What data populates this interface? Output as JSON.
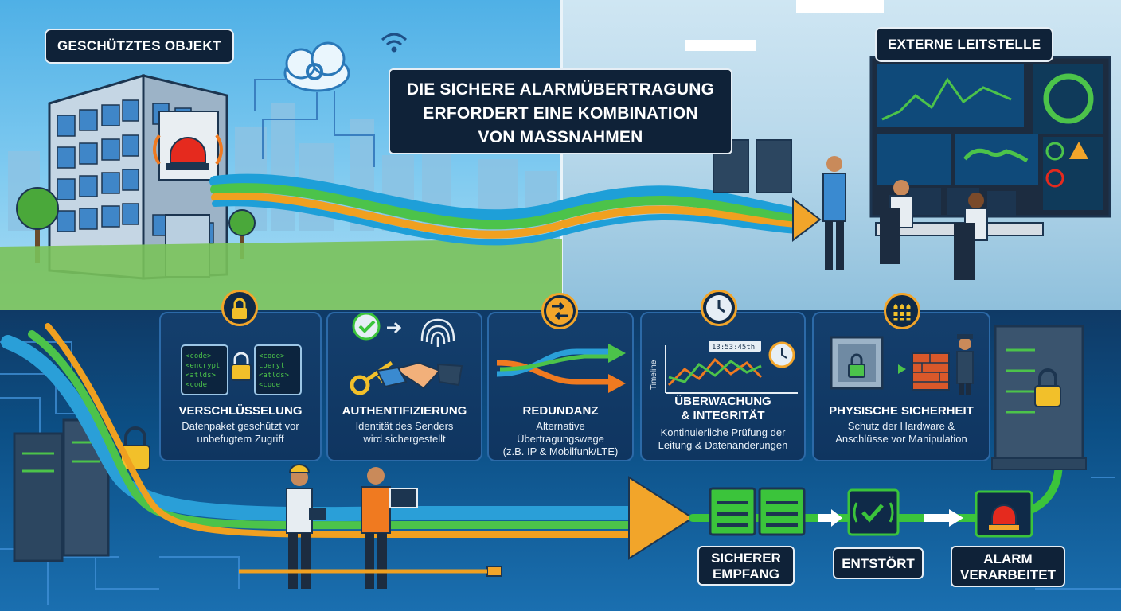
{
  "labels": {
    "protected_object": "GESCHÜTZTES OBJEKT",
    "external_center": "EXTERNE LEITSTELLE"
  },
  "headline": {
    "line1": "DIE SICHERE ALARMÜBERTRAGUNG",
    "line2": "ERFORDERT EINE KOMBINATION",
    "line3": "VON MASSNAHMEN"
  },
  "measures": [
    {
      "title": "VERSCHLÜSSELUNG",
      "desc_line1": "Datenpaket geschützt vor",
      "desc_line2": "unbefugtem Zugriff",
      "icon": "lock-icon",
      "code_left": [
        "<code>",
        "<encrypt",
        "<atlds>",
        "<code"
      ],
      "code_right": [
        "<code>",
        "coeryt",
        "<atlds>",
        "<code"
      ]
    },
    {
      "title": "AUTHENTIFIZIERUNG",
      "desc_line1": "Identität des Senders",
      "desc_line2": "wird sichergestellt",
      "icon": "fingerprint-icon"
    },
    {
      "title": "REDUNDANZ",
      "desc_line1": "Alternative",
      "desc_line2": "Übertragungswege",
      "desc_line3": "(z.B. IP & Mobilfunk/LTE)",
      "icon": "switch-arrows-icon"
    },
    {
      "title": "ÜBERWACHUNG",
      "title_line2": "& INTEGRITÄT",
      "desc_line1": "Kontinuierliche Prüfung der",
      "desc_line2": "Leitung & Datenänderungen",
      "icon": "clock-icon",
      "chart_axis": "Timeline",
      "timestamp": "13:53:45th"
    },
    {
      "title": "PHYSISCHE SICHERHEIT",
      "desc_line1": "Schutz der Hardware &",
      "desc_line2": "Anschlüsse vor Manipulation",
      "icon": "fence-icon"
    }
  ],
  "steps": [
    {
      "line1": "SICHERER",
      "line2": "EMPFANG"
    },
    {
      "line1": "ENTSTÖRT"
    },
    {
      "line1": "ALARM",
      "line2": "VERARBEITET"
    }
  ],
  "colors": {
    "panel_dark": "#0f2238",
    "accent_orange": "#f2a52a",
    "accent_green": "#3bc43b",
    "stream_blue": "#2a9fd8",
    "stream_green": "#4cc34a",
    "stream_orange": "#f0a020"
  }
}
